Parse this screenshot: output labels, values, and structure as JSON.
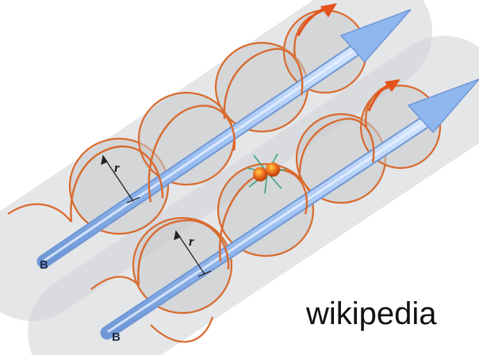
{
  "labels": {
    "field_upper": "B",
    "field_lower": "B",
    "radius_upper": "r",
    "radius_lower": "r"
  },
  "credit": "wikipedia",
  "colors": {
    "helix": "#d96a2e",
    "field_arrow": "#8fb6ee",
    "field_arrow_edge": "#6f97d6",
    "arrowhead": "#e4521b",
    "shadow": "#c9cccf",
    "particle": "#f06a1e",
    "spark": "#3fa37a"
  }
}
